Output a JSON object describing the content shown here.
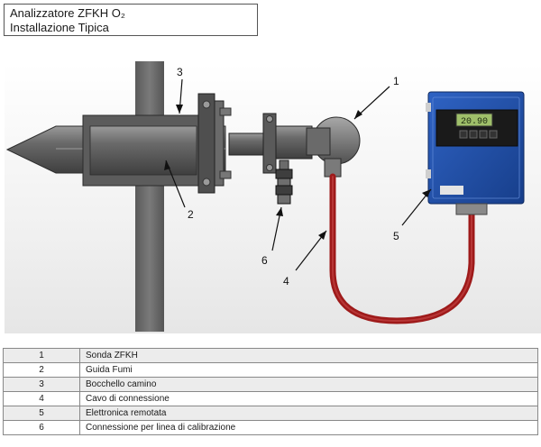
{
  "header": {
    "line1": "Analizzatore ZFKH O₂",
    "line2": "Installazione Tipica"
  },
  "callouts": [
    {
      "id": "1",
      "label": "1"
    },
    {
      "id": "2",
      "label": "2"
    },
    {
      "id": "3",
      "label": "3"
    },
    {
      "id": "4",
      "label": "4"
    },
    {
      "id": "5",
      "label": "5"
    },
    {
      "id": "6",
      "label": "6"
    }
  ],
  "display": {
    "reading": "20.90"
  },
  "legend": [
    {
      "num": "1",
      "desc": "Sonda ZFKH"
    },
    {
      "num": "2",
      "desc": "Guida Fumi"
    },
    {
      "num": "3",
      "desc": "Bocchello camino"
    },
    {
      "num": "4",
      "desc": "Cavo di connessione"
    },
    {
      "num": "5",
      "desc": "Elettronica remotata"
    },
    {
      "num": "6",
      "desc": "Connessione per linea di calibrazione"
    }
  ],
  "colors": {
    "wall": "#6b6b6b",
    "steel": "#7c7c7c",
    "cable": "#9e1a1a",
    "enclosure": "#1f4fa8",
    "lcd": "#9fbf6a"
  }
}
